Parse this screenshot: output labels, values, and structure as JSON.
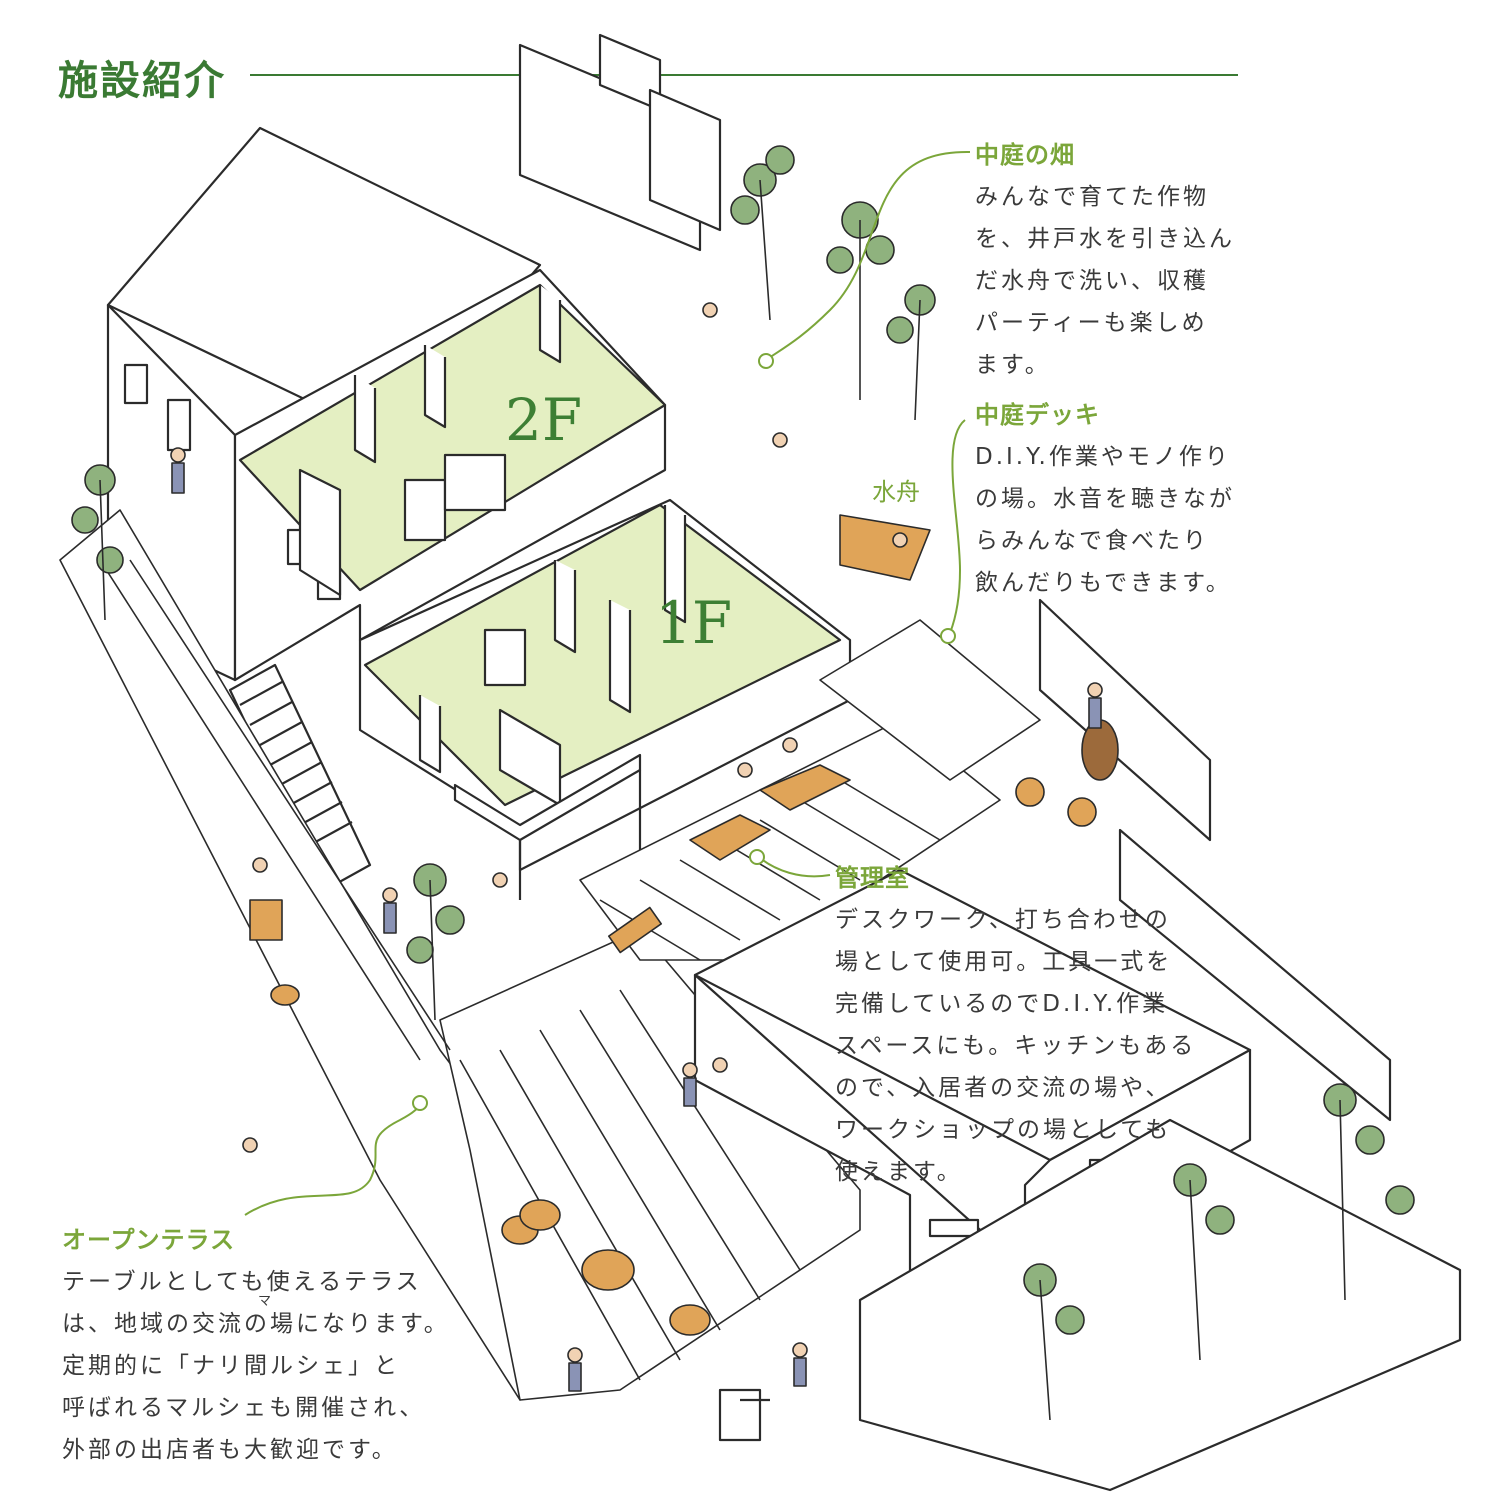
{
  "page_title": "施設紹介",
  "floor_labels": {
    "second": "2F",
    "first": "1F"
  },
  "inline_labels": {
    "water_trough": "水舟"
  },
  "colors": {
    "title_green": "#3a7a33",
    "heading_green": "#7ba63a",
    "floor_fill": "#e4efc2",
    "line": "#2b2b2b",
    "wood": "#e0a458"
  },
  "callouts": {
    "garden_field": {
      "heading": "中庭の畑",
      "body": "みんなで育てた作物\nを、井戸水を引き込ん\nだ水舟で洗い、収穫\nパーティーも楽しめ\nます。"
    },
    "courtyard_deck": {
      "heading": "中庭デッキ",
      "body": "D.I.Y.作業やモノ作り\nの場。水音を聴きなが\nらみんなで食べたり\n飲んだりもできます。"
    },
    "management_room": {
      "heading": "管理室",
      "body": "デスクワーク、打ち合わせの\n場として使用可。工具一式を\n完備しているのでD.I.Y.作業\nスペースにも。キッチンもある\nので、入居者の交流の場や、\nワークショップの場としても\n使えます。"
    },
    "open_terrace": {
      "heading": "オープンテラス",
      "body": "テーブルとしても使えるテラス\nは、地域の交流の場になります。\n定期的に「ナリ間ルシェ」と\n呼ばれるマルシェも開催され、\n外部の出店者も大歓迎です。",
      "ruby": "マ"
    }
  }
}
